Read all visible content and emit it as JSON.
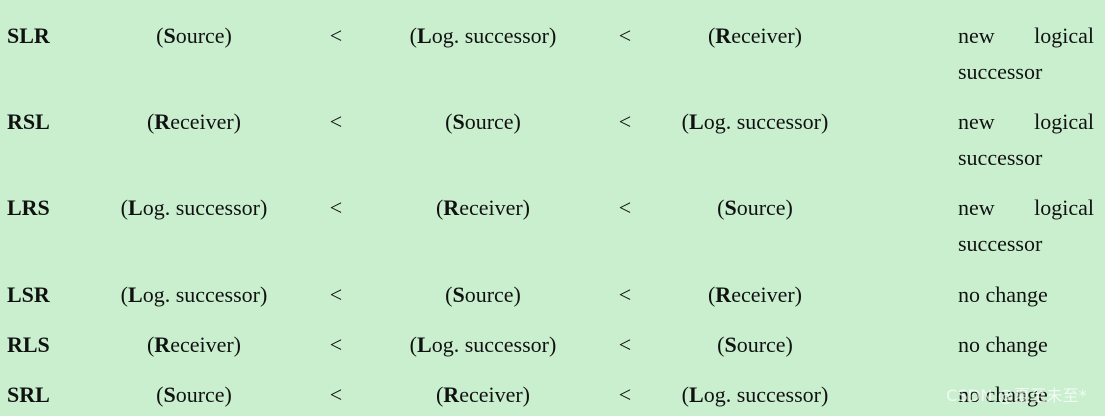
{
  "rows": [
    {
      "code": "SLR",
      "col1": {
        "open": "(",
        "initial": "S",
        "rest": "ource)"
      },
      "lt1": "<",
      "col2": {
        "open": "(",
        "initial": "L",
        "rest": "og. successor)"
      },
      "lt2": "<",
      "col3": {
        "open": "(",
        "initial": "R",
        "rest": "eceiver)"
      },
      "result": {
        "line1a": "new",
        "line1b": "logical",
        "line2": "successor"
      }
    },
    {
      "code": "RSL",
      "col1": {
        "open": "(",
        "initial": "R",
        "rest": "eceiver)"
      },
      "lt1": "<",
      "col2": {
        "open": "(",
        "initial": "S",
        "rest": "ource)"
      },
      "lt2": "<",
      "col3": {
        "open": "(",
        "initial": "L",
        "rest": "og. successor)"
      },
      "result": {
        "line1a": "new",
        "line1b": "logical",
        "line2": "successor"
      }
    },
    {
      "code": "LRS",
      "col1": {
        "open": "(",
        "initial": "L",
        "rest": "og. successor)"
      },
      "lt1": "<",
      "col2": {
        "open": "(",
        "initial": "R",
        "rest": "eceiver)"
      },
      "lt2": "<",
      "col3": {
        "open": "(",
        "initial": "S",
        "rest": "ource)"
      },
      "result": {
        "line1a": "new",
        "line1b": "logical",
        "line2": "successor"
      }
    },
    {
      "code": "LSR",
      "col1": {
        "open": "(",
        "initial": "L",
        "rest": "og. successor)"
      },
      "lt1": "<",
      "col2": {
        "open": "(",
        "initial": "S",
        "rest": "ource)"
      },
      "lt2": "<",
      "col3": {
        "open": "(",
        "initial": "R",
        "rest": "eceiver)"
      },
      "result": {
        "single": "no change"
      }
    },
    {
      "code": "RLS",
      "col1": {
        "open": "(",
        "initial": "R",
        "rest": "eceiver)"
      },
      "lt1": "<",
      "col2": {
        "open": "(",
        "initial": "L",
        "rest": "og. successor)"
      },
      "lt2": "<",
      "col3": {
        "open": "(",
        "initial": "S",
        "rest": "ource)"
      },
      "result": {
        "single": "no change"
      }
    },
    {
      "code": "SRL",
      "col1": {
        "open": "(",
        "initial": "S",
        "rest": "ource)"
      },
      "lt1": "<",
      "col2": {
        "open": "(",
        "initial": "R",
        "rest": "eceiver)"
      },
      "lt2": "<",
      "col3": {
        "open": "(",
        "initial": "L",
        "rest": "og. successor)"
      },
      "result": {
        "single": "no change"
      }
    }
  ],
  "watermark": "CSDN @夏至未至*"
}
